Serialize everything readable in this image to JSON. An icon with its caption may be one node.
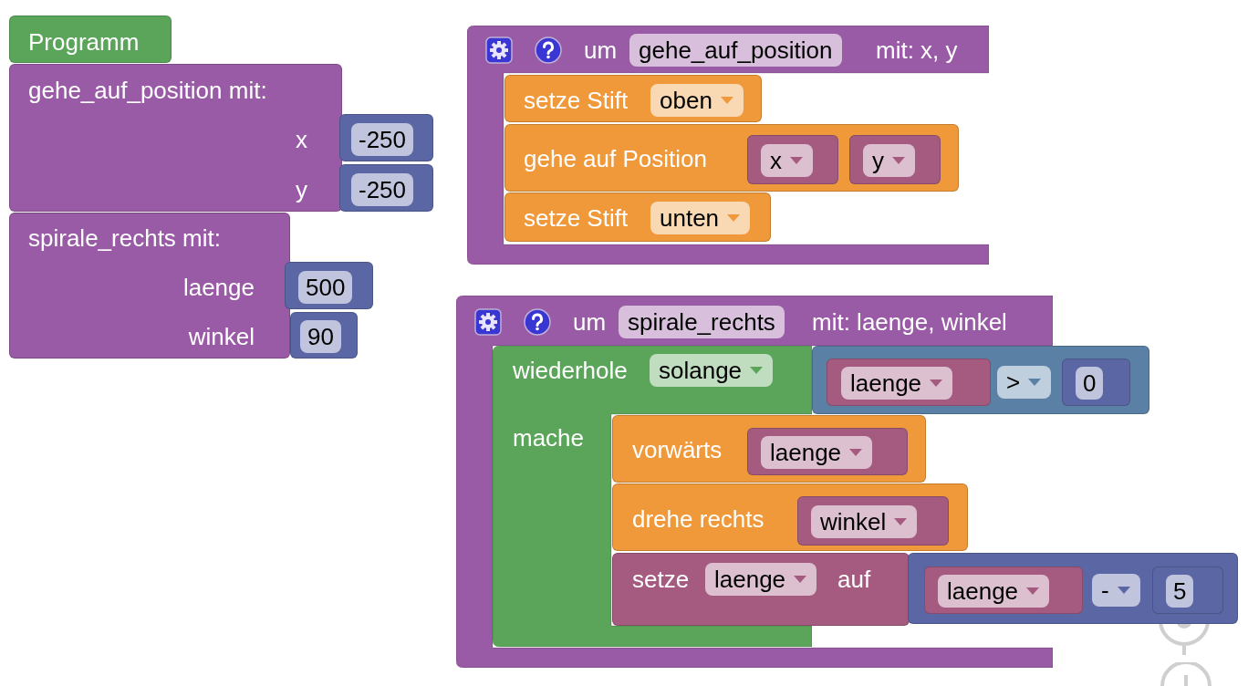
{
  "diagram": {
    "nodes": [
      {
        "text": [
          "Programm"
        ]
      },
      {
        "text": [
          "gehe_auf_position mit:",
          "x",
          "y"
        ]
      },
      {
        "text": [
          "-250"
        ]
      },
      {
        "text": [
          "-250"
        ]
      },
      {
        "text": [
          "spirale_rechts mit:",
          "laenge",
          "winkel"
        ]
      },
      {
        "text": [
          "500"
        ]
      },
      {
        "text": [
          "90"
        ]
      },
      {
        "text": [
          "um",
          "gehe_auf_position",
          "mit: x, y"
        ]
      },
      {
        "text": [
          "setze Stift",
          "oben"
        ],
        "in": 7
      },
      {
        "text": [
          "gehe auf Position"
        ],
        "in": 7
      },
      {
        "text": [
          "x"
        ],
        "in": 9
      },
      {
        "text": [
          "y"
        ],
        "in": 9
      },
      {
        "text": [
          "setze Stift",
          "unten"
        ],
        "in": 7
      },
      {
        "text": [
          "um",
          "spirale_rechts",
          "mit: laenge, winkel"
        ]
      },
      {
        "text": [
          "wiederhole",
          "solange",
          "mache"
        ],
        "in": 13
      },
      {
        "text": [
          ">"
        ]
      },
      {
        "text": [
          "laenge"
        ],
        "in": 15
      },
      {
        "text": [
          "0"
        ],
        "in": 15
      },
      {
        "text": [
          "vorwärts"
        ],
        "in": 13
      },
      {
        "text": [
          "laenge"
        ],
        "in": 18
      },
      {
        "text": [
          "drehe rechts"
        ],
        "in": 13
      },
      {
        "text": [
          "winkel"
        ],
        "in": 20
      },
      {
        "text": [
          "setze",
          "laenge",
          "auf"
        ],
        "in": 13
      },
      {
        "text": [
          "-"
        ]
      },
      {
        "text": [
          "laenge"
        ],
        "in": 23
      },
      {
        "text": [
          "5"
        ],
        "in": 23
      }
    ]
  }
}
